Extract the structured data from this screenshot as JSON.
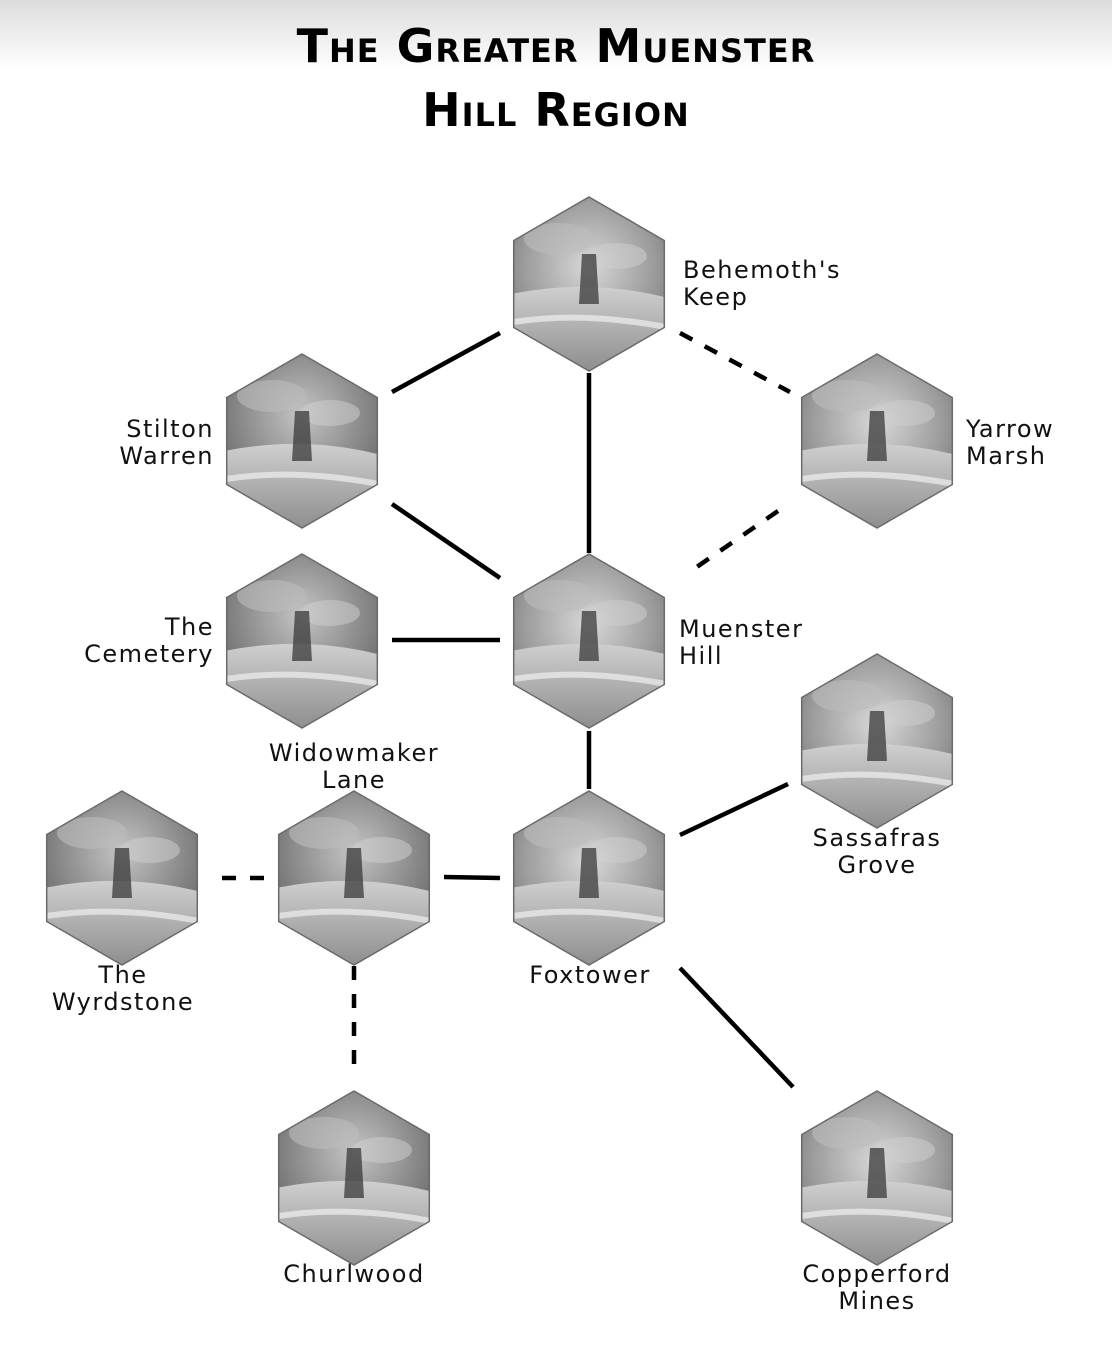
{
  "title": {
    "line1": "The Greater Muenster",
    "line2": "Hill Region"
  },
  "colors": {
    "ink": "#000000",
    "hex_border": "#6a6a6a"
  },
  "locations": {
    "behemoths_keep": {
      "line1": "Behemoth's",
      "line2": "Keep"
    },
    "stilton_warren": {
      "line1": "Stilton",
      "line2": "Warren"
    },
    "yarrow_marsh": {
      "line1": "Yarrow",
      "line2": "Marsh"
    },
    "the_cemetery": {
      "line1": "The",
      "line2": "Cemetery"
    },
    "muenster_hill": {
      "line1": "Muenster",
      "line2": "Hill"
    },
    "widowmaker_lane": {
      "line1": "Widowmaker",
      "line2": "Lane"
    },
    "sassafras_grove": {
      "line1": "Sassafras",
      "line2": "Grove"
    },
    "the_wyrdstone": {
      "line1": "The",
      "line2": "Wyrdstone"
    },
    "foxtower": {
      "line1": "Foxtower"
    },
    "churlwood": {
      "line1": "Churlwood"
    },
    "copperford_mines": {
      "line1": "Copperford",
      "line2": "Mines"
    }
  },
  "connections": [
    {
      "from": "behemoths_keep",
      "to": "stilton_warren",
      "style": "solid"
    },
    {
      "from": "behemoths_keep",
      "to": "muenster_hill",
      "style": "solid"
    },
    {
      "from": "behemoths_keep",
      "to": "yarrow_marsh",
      "style": "dashed"
    },
    {
      "from": "stilton_warren",
      "to": "muenster_hill",
      "style": "solid"
    },
    {
      "from": "yarrow_marsh",
      "to": "muenster_hill",
      "style": "dashed"
    },
    {
      "from": "the_cemetery",
      "to": "muenster_hill",
      "style": "solid"
    },
    {
      "from": "muenster_hill",
      "to": "foxtower",
      "style": "solid"
    },
    {
      "from": "foxtower",
      "to": "sassafras_grove",
      "style": "solid"
    },
    {
      "from": "foxtower",
      "to": "widowmaker_lane",
      "style": "solid"
    },
    {
      "from": "widowmaker_lane",
      "to": "the_wyrdstone",
      "style": "dashed"
    },
    {
      "from": "widowmaker_lane",
      "to": "churlwood",
      "style": "dashed"
    },
    {
      "from": "foxtower",
      "to": "copperford_mines",
      "style": "solid"
    }
  ]
}
